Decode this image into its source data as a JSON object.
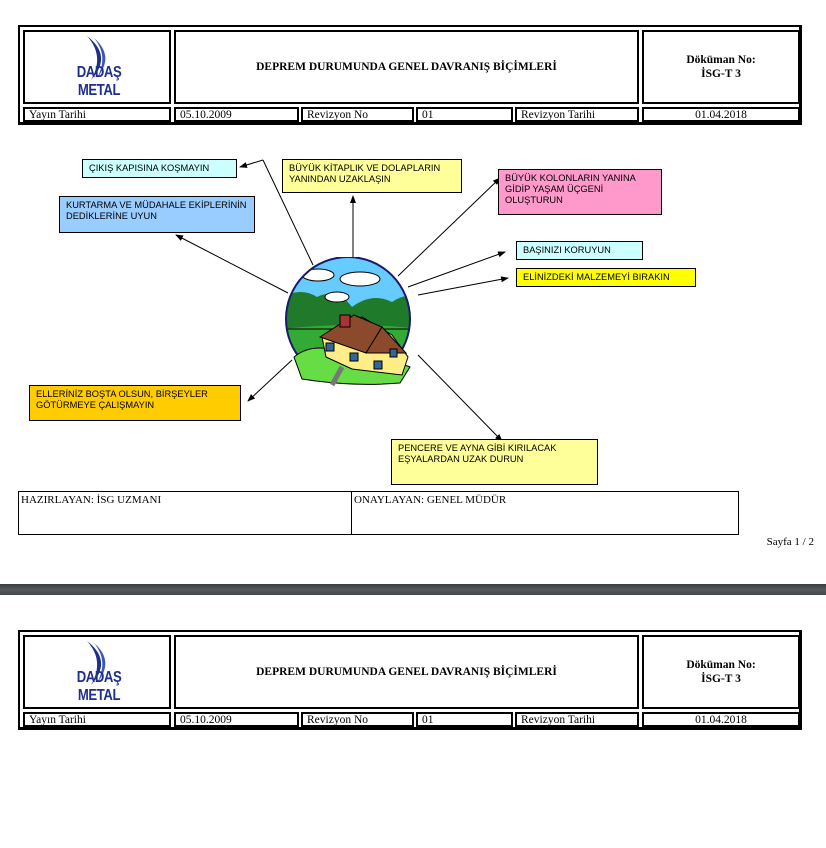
{
  "header": {
    "logo_text": "DADAŞ METAL",
    "title": "DEPREM  DURUMUNDA GENEL DAVRANIŞ BİÇİMLERİ",
    "doc_label": "Döküman No:",
    "doc_no": "İSG-T 3",
    "row": {
      "publish_label": "Yayın Tarihi",
      "publish_date": "05.10.2009",
      "revision_label": "Revizyon No",
      "revision_no": "01",
      "revision_date_label": "Revizyon Tarihi",
      "revision_date": "01.04.2018"
    }
  },
  "diagram": {
    "center_image": "earthquake-house-illustration",
    "boxes": [
      {
        "text": "ÇIKIŞ KAPISINA KOŞMAYIN",
        "color": "#ccffff"
      },
      {
        "text": "KURTARMA VE MÜDAHALE EKİPLERİNİN DEDİKLERİNE UYUN",
        "color": "#99ccff"
      },
      {
        "text": "BÜYÜK KİTAPLIK VE DOLAPLARIN YANINDAN UZAKLAŞIN",
        "color": "#ffff99"
      },
      {
        "text": "BÜYÜK KOLONLARIN YANINA GİDİP YAŞAM ÜÇGENİ OLUŞTURUN",
        "color": "#ff99cc"
      },
      {
        "text": "BAŞINIZI KORUYUN",
        "color": "#ccffff"
      },
      {
        "text": "ELİNİZDEKİ MALZEMEYİ BIRAKIN",
        "color": "#ffff00"
      },
      {
        "text": "ELLERİNİZ BOŞTA OLSUN, BİRŞEYLER GÖTÜRMEYE ÇALIŞMAYIN",
        "color": "#ffcc00"
      },
      {
        "text": "PENCERE VE AYNA GİBİ KIRILACAK EŞYALARDAN UZAK DURUN",
        "color": "#ffff99"
      }
    ]
  },
  "footer": {
    "prepared": "HAZIRLAYAN: İSG UZMANI",
    "approved": "ONAYLAYAN: GENEL MÜDÜR",
    "page": "Sayfa 1 / 2"
  }
}
